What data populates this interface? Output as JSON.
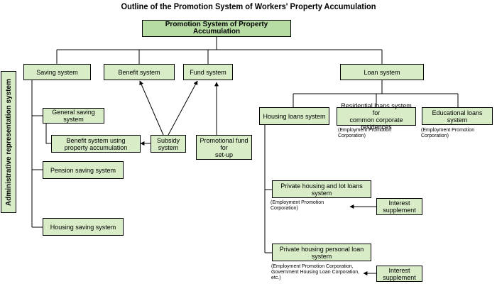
{
  "title": "Outline of the Promotion System of Workers' Property Accumulation",
  "root": "Promotion System of Property Accumulation",
  "side_label": "Administrative representation system",
  "top_nodes": {
    "saving": "Saving system",
    "benefit": "Benefit system",
    "fund": "Fund system",
    "loan": "Loan system"
  },
  "saving_children": {
    "general": "General saving system",
    "benefit_using": "Benefit system using\nproperty accumulation",
    "pension": "Pension saving system",
    "housing": "Housing saving system"
  },
  "benefit_children": {
    "subsidy": "Subsidy\nsystem",
    "promotional_fund": "Promotional fund for\nset-up"
  },
  "loan_children": {
    "housing_loans": "Housing loans system",
    "residential": "Residential loans system for\ncommon corporate residences",
    "residential_note": "(Employment Promotion Corporation)",
    "educational": "Educational loans system",
    "educational_note": "(Employment Promotion Corporation)"
  },
  "housing_loan_children": {
    "private_lot": "Private housing and lot loans system",
    "private_lot_note": "(Employment Promotion Corporation)",
    "interest_1": "Interest supplement",
    "private_personal": "Private housing personal loan system",
    "private_personal_note": "(Employment Promotion Corporation,\nGovernment Housing Loan Corporation, etc.)",
    "interest_2": "Interest supplement"
  }
}
